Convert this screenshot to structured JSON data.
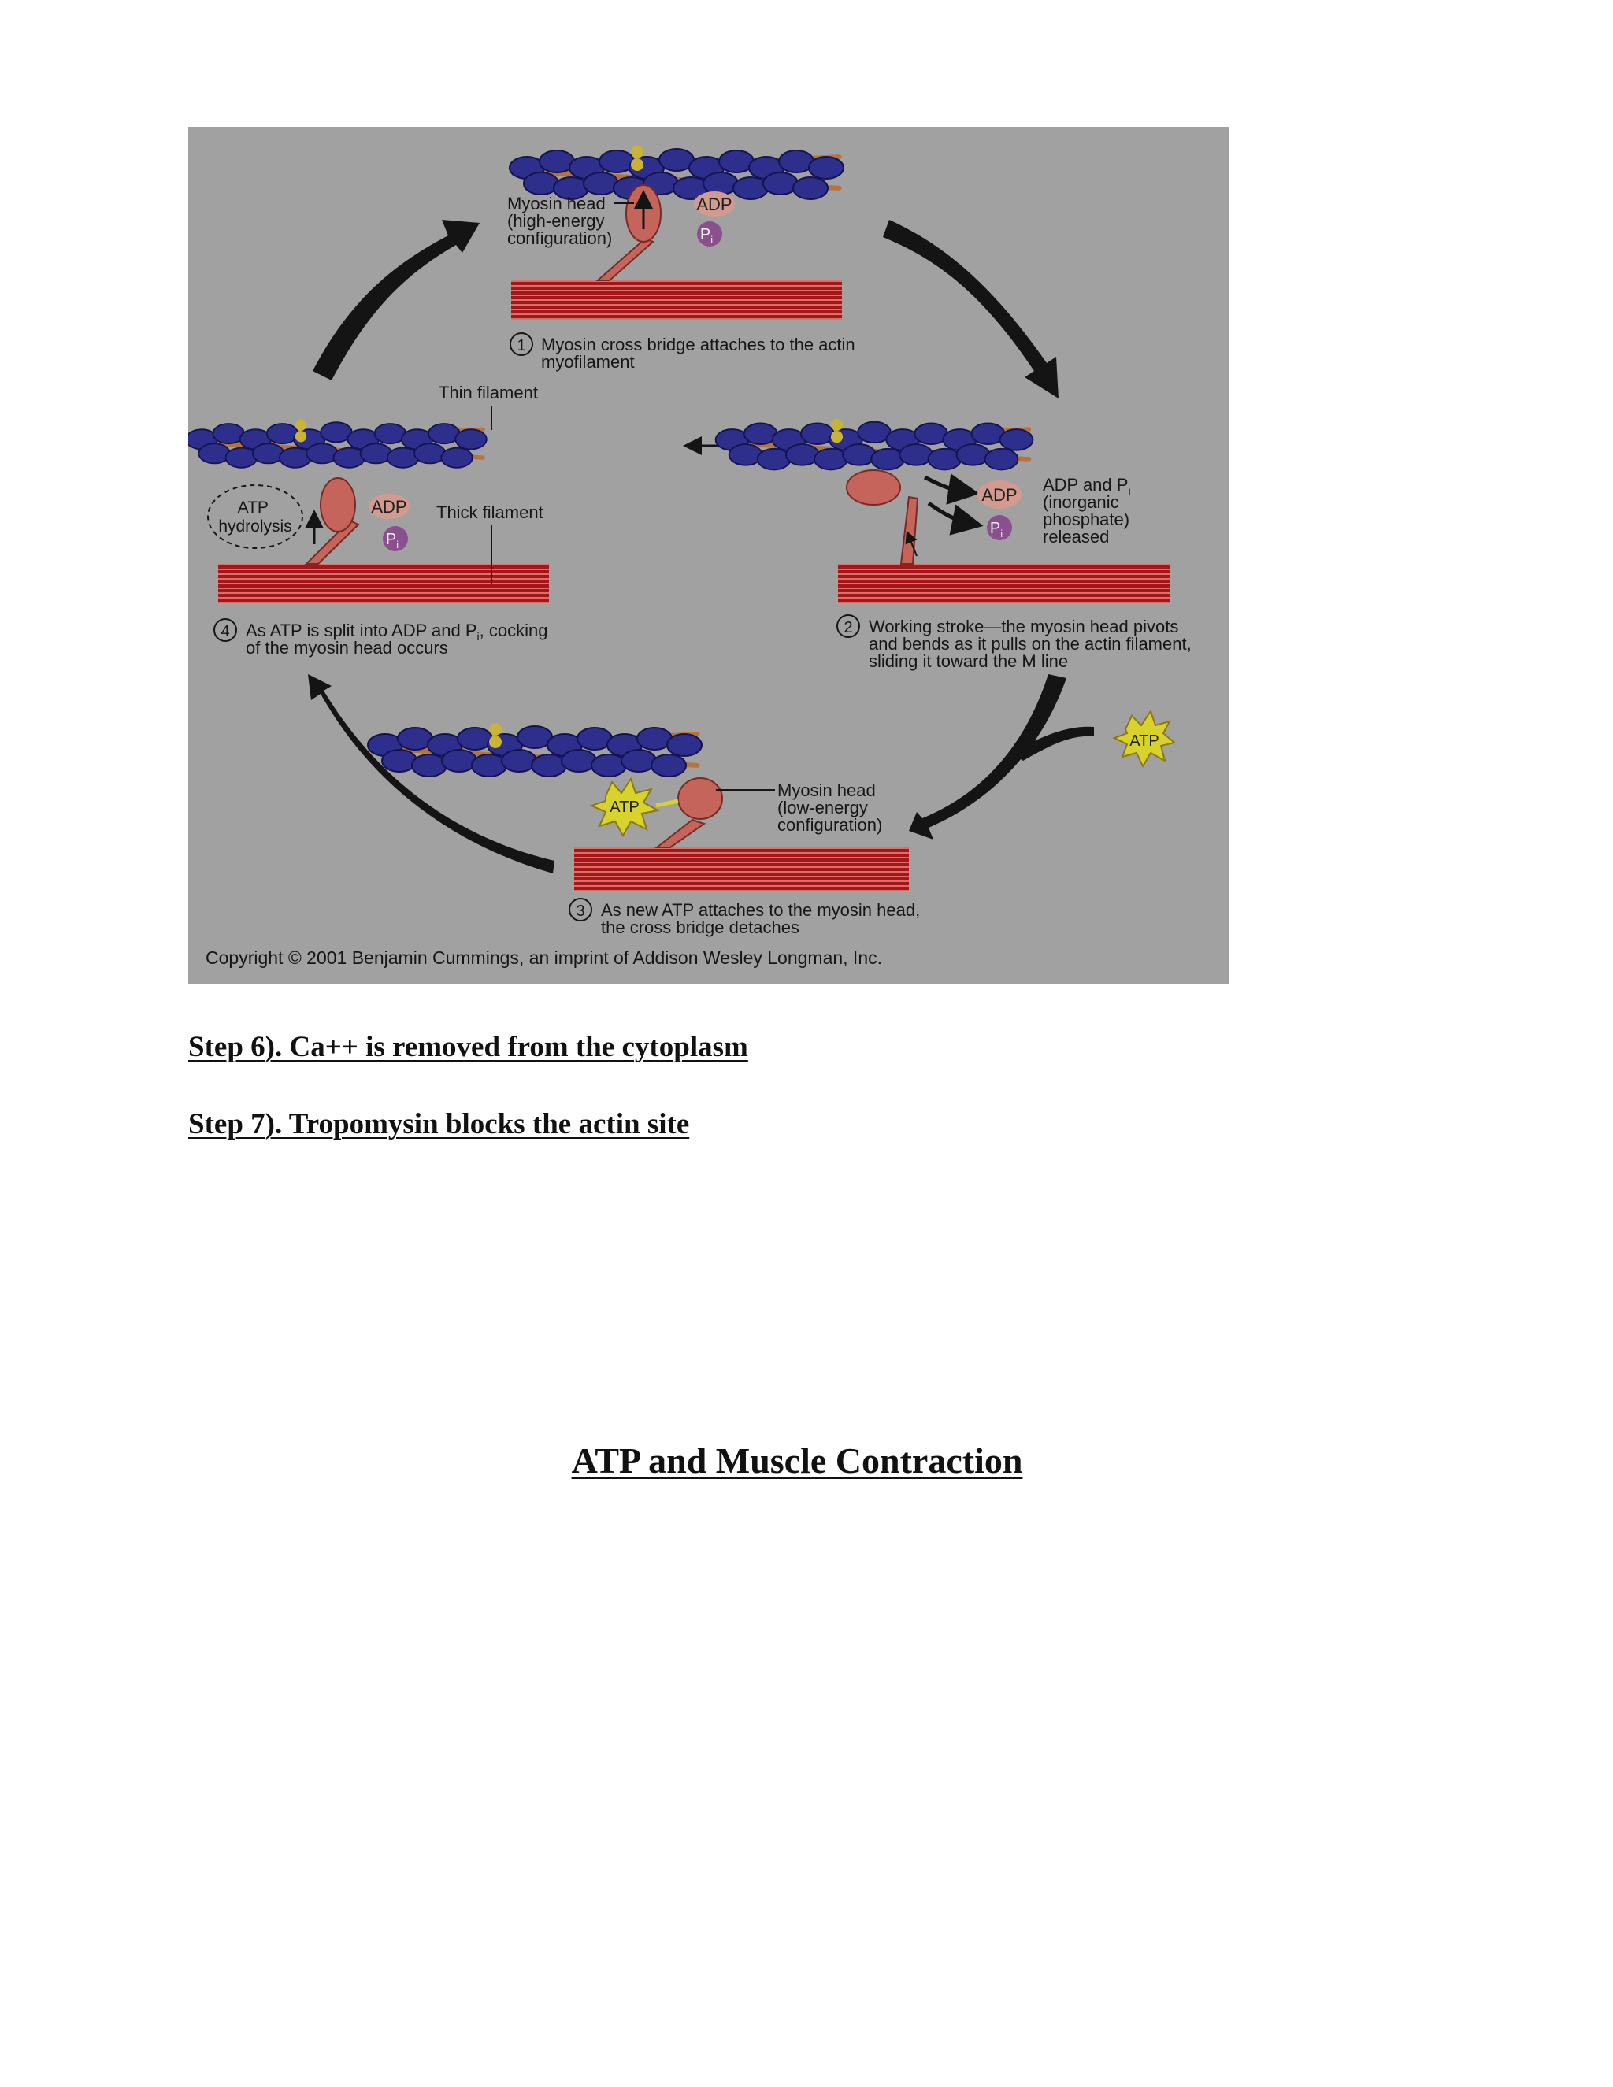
{
  "figure": {
    "labels": {
      "myosin_head_high": [
        "Myosin head",
        "(high-energy",
        "configuration)"
      ],
      "myosin_head_low": [
        "Myosin head",
        "(low-energy",
        "configuration)"
      ],
      "thin_filament": "Thin filament",
      "thick_filament": "Thick filament",
      "adp_pi_released": [
        "ADP and P",
        "(inorganic",
        "phosphate)",
        "released"
      ],
      "atp_hydrolysis": [
        "ATP",
        "hydrolysis"
      ],
      "adp": "ADP",
      "pi": "P",
      "pi_sub": "i",
      "atp": "ATP"
    },
    "steps": [
      {
        "num": "1",
        "lines": [
          "Myosin cross bridge attaches to the actin",
          "myofilament"
        ]
      },
      {
        "num": "2",
        "lines": [
          "Working stroke—the myosin head pivots",
          "and bends as it pulls on the actin filament,",
          "sliding it toward the M line"
        ]
      },
      {
        "num": "3",
        "lines": [
          "As new ATP attaches to the myosin head,",
          "the cross bridge detaches"
        ]
      },
      {
        "num": "4",
        "lines": [
          "As ATP is split into ADP and P",
          "of the myosin head occurs"
        ],
        "line1_sub": "i",
        "line1_tail": ", cocking"
      }
    ],
    "copyright": "Copyright © 2001 Benjamin Cummings, an imprint of Addison Wesley Longman, Inc.",
    "colors": {
      "background": "#a1a1a1",
      "actin_bead": "#2e2e8c",
      "tropomyosin": "#b8733a",
      "troponin": "#c9b437",
      "thick_filament": "#a4161a",
      "myosin_head": "#c4645a",
      "adp_chip": "#d39a90",
      "pi_chip": "#8a4f8c",
      "atp_star": "#d8d22c",
      "arrow": "#141414"
    }
  },
  "text": {
    "step6": "Step 6).  Ca++ is removed from the cytoplasm",
    "step7": "Step 7).  Tropomysin blocks the actin site",
    "section_title": "ATP and Muscle Contraction"
  }
}
